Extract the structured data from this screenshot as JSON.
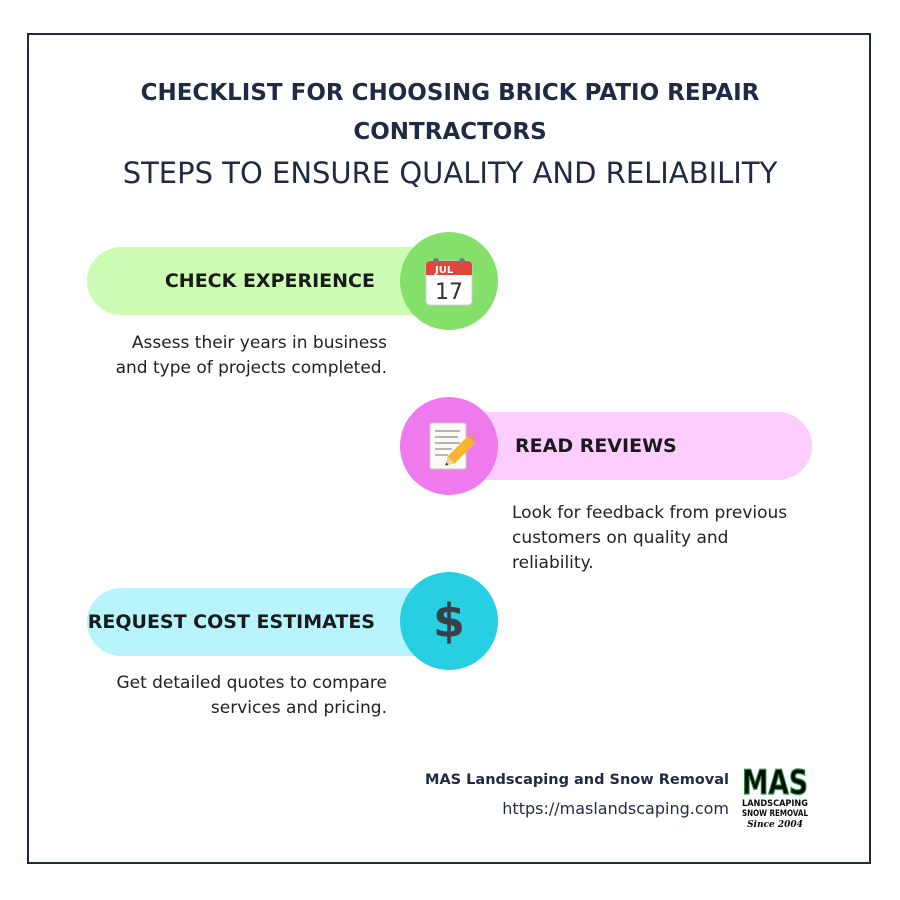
{
  "header": {
    "title": "CHECKLIST FOR CHOOSING BRICK PATIO REPAIR CONTRACTORS",
    "subtitle": "STEPS TO ENSURE QUALITY AND RELIABILITY"
  },
  "steps": [
    {
      "label": "CHECK EXPERIENCE",
      "icon": "calendar-icon",
      "icon_month": "JUL",
      "icon_day": "17",
      "description": "Assess their years in business and type of projects completed.",
      "pill_color": "#cdfcb4",
      "circle_color": "#84e06a"
    },
    {
      "label": "READ REVIEWS",
      "icon": "memo-pencil-icon",
      "description": "Look for feedback from previous customers on quality and reliability.",
      "pill_color": "#fdcdfd",
      "circle_color": "#ee7aee"
    },
    {
      "label": "REQUEST COST ESTIMATES",
      "icon": "dollar-icon",
      "icon_symbol": "$",
      "description": "Get detailed quotes to compare services and pricing.",
      "pill_color": "#b7f4fb",
      "circle_color": "#27cfe2"
    }
  ],
  "footer": {
    "company": "MAS Landscaping and Snow Removal",
    "url": "https://maslandscaping.com",
    "logo": {
      "main": "MAS",
      "line1": "LANDSCAPING",
      "line2": "SNOW REMOVAL",
      "tagline": "Since 2004"
    }
  }
}
